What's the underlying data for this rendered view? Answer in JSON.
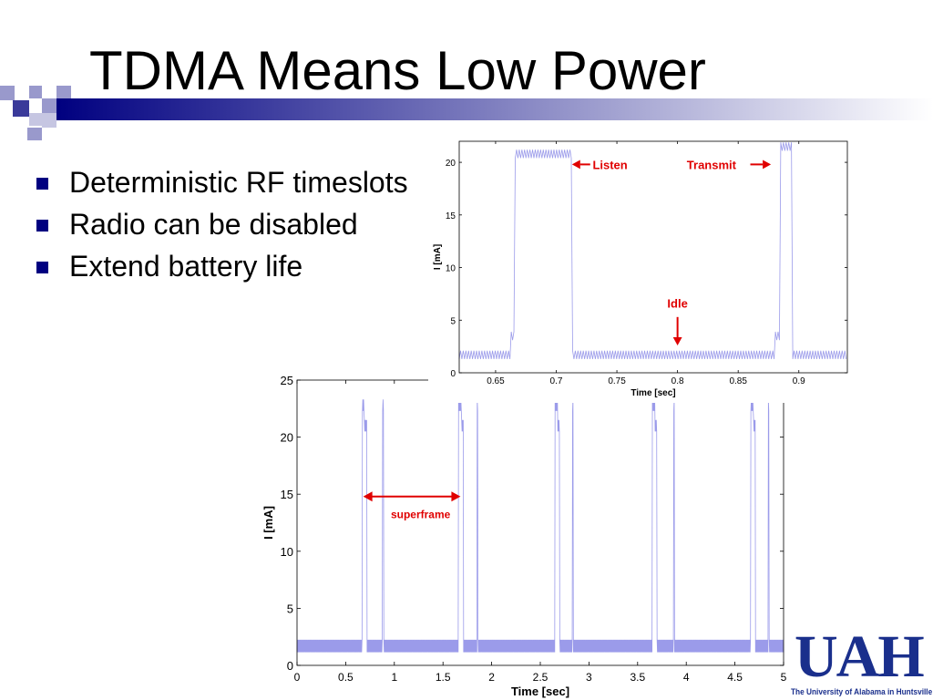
{
  "slide": {
    "title": "TDMA Means Low Power",
    "bullets": [
      "Deterministic RF timeslots",
      "Radio can be disabled",
      "Extend battery life"
    ],
    "colors": {
      "title_bar_start": "#000080",
      "accent_blue": "#3a3a9a",
      "accent_light": "#9999cc",
      "annotation_red": "#e00000",
      "trace_blue": "#8a8ae6"
    }
  },
  "logo": {
    "letters": "UAH",
    "caption": "The University of Alabama in Huntsville"
  },
  "chart_data": [
    {
      "type": "line",
      "xlabel": "Time [sec]",
      "ylabel": "I [mA]",
      "xlim": [
        0,
        5
      ],
      "ylim": [
        0,
        25
      ],
      "xticks": [
        0,
        0.5,
        1,
        1.5,
        2,
        2.5,
        3,
        3.5,
        4,
        4.5,
        5
      ],
      "xtick_labels": [
        "0",
        "0.5",
        "1",
        "1.5",
        "2",
        "2.5",
        "3",
        "3.5",
        "4",
        "4.5",
        "5"
      ],
      "yticks": [
        0,
        5,
        10,
        15,
        20,
        25
      ],
      "ytick_labels": [
        "0",
        "5",
        "10",
        "15",
        "20",
        "25"
      ],
      "baseline_mA": 1.7,
      "active_bursts": [
        {
          "start": 0.67,
          "end": 0.69,
          "level": 22.8
        },
        {
          "start": 0.69,
          "end": 0.72,
          "level": 21.0
        },
        {
          "start": 0.88,
          "end": 0.89,
          "level": 22.8
        },
        {
          "start": 1.66,
          "end": 1.69,
          "level": 22.8
        },
        {
          "start": 1.69,
          "end": 1.71,
          "level": 21.0
        },
        {
          "start": 1.85,
          "end": 1.86,
          "level": 22.8
        },
        {
          "start": 2.65,
          "end": 2.68,
          "level": 22.8
        },
        {
          "start": 2.68,
          "end": 2.7,
          "level": 21.0
        },
        {
          "start": 2.83,
          "end": 2.84,
          "level": 22.8
        },
        {
          "start": 3.65,
          "end": 3.68,
          "level": 22.8
        },
        {
          "start": 3.68,
          "end": 3.7,
          "level": 21.0
        },
        {
          "start": 3.87,
          "end": 3.88,
          "level": 22.8
        },
        {
          "start": 4.66,
          "end": 4.69,
          "level": 22.8
        },
        {
          "start": 4.69,
          "end": 4.71,
          "level": 21.0
        },
        {
          "start": 4.84,
          "end": 4.85,
          "level": 22.8
        }
      ],
      "annotations": [
        {
          "text": "superframe",
          "type": "double-arrow",
          "x_start": 0.68,
          "x_end": 1.68,
          "y": 14.8,
          "label_x": 1.27,
          "label_y": 13.2
        }
      ]
    },
    {
      "type": "line",
      "xlabel": "Time [sec]",
      "ylabel": "I [mA]",
      "xlim": [
        0.62,
        0.94
      ],
      "ylim": [
        0,
        22
      ],
      "xticks": [
        0.65,
        0.7,
        0.75,
        0.8,
        0.85,
        0.9
      ],
      "xtick_labels": [
        "0.65",
        "0.7",
        "0.75",
        "0.8",
        "0.85",
        "0.9"
      ],
      "yticks": [
        0,
        5,
        10,
        15,
        20
      ],
      "ytick_labels": [
        "0",
        "5",
        "10",
        "15",
        "20"
      ],
      "segments": [
        {
          "start": 0.62,
          "end": 0.662,
          "level": 1.7,
          "state": "idle"
        },
        {
          "start": 0.662,
          "end": 0.666,
          "level": 3.5,
          "state": "ramp"
        },
        {
          "start": 0.666,
          "end": 0.713,
          "level": 20.8,
          "state": "listen"
        },
        {
          "start": 0.713,
          "end": 0.88,
          "level": 1.7,
          "state": "idle"
        },
        {
          "start": 0.88,
          "end": 0.884,
          "level": 3.5,
          "state": "ramp"
        },
        {
          "start": 0.884,
          "end": 0.894,
          "level": 21.5,
          "state": "transmit"
        },
        {
          "start": 0.894,
          "end": 0.94,
          "level": 1.7,
          "state": "idle"
        }
      ],
      "annotations": [
        {
          "text": "Listen",
          "type": "arrow-left",
          "x_from": 0.728,
          "x_to": 0.713,
          "y": 19.8,
          "label_x": 0.73,
          "label_y": 19.8
        },
        {
          "text": "Transmit",
          "type": "arrow-right",
          "x_from": 0.86,
          "x_to": 0.877,
          "y": 19.8,
          "label_x": 0.828,
          "label_y": 19.8
        },
        {
          "text": "Idle",
          "type": "arrow-down",
          "x": 0.8,
          "y_from": 5.3,
          "y_to": 2.6,
          "label_x": 0.8,
          "label_y": 6.2
        }
      ]
    }
  ]
}
